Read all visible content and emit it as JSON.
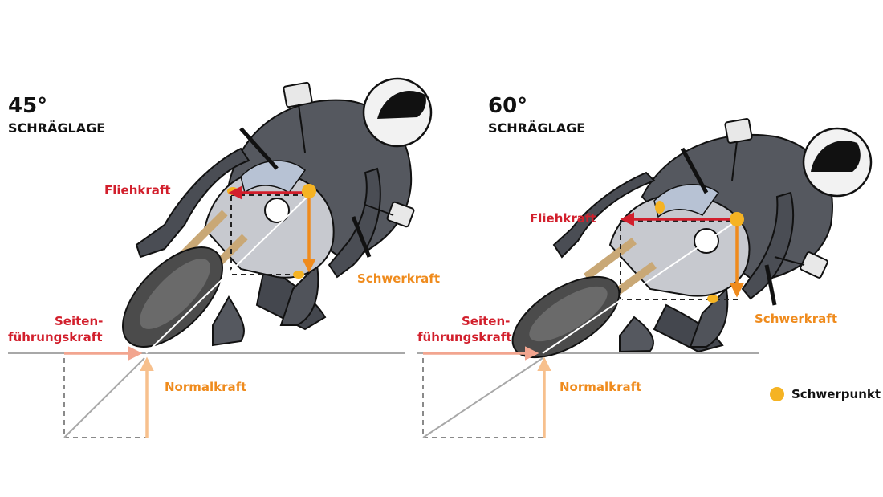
{
  "colors": {
    "centrifugal": "#d21f2c",
    "gravity": "#ef8b1d",
    "lateral": "#f2a58f",
    "normal": "#f7c08d",
    "center_of_gravity": "#f5b323",
    "ground": "#a8a8a8",
    "helper_lines": "#a8a8a8"
  },
  "panels": [
    {
      "angle_label": "45°",
      "subtitle": "SCHRÄGLAGE",
      "lean_angle_deg": 45,
      "labels": {
        "centrifugal": "Fliehkraft",
        "gravity": "Schwerkraft",
        "lateral_line1": "Seiten-",
        "lateral_line2": "führungskraft",
        "normal": "Normalkraft"
      }
    },
    {
      "angle_label": "60°",
      "subtitle": "SCHRÄGLAGE",
      "lean_angle_deg": 60,
      "labels": {
        "centrifugal": "Fliehkraft",
        "gravity": "Schwerkraft",
        "lateral_line1": "Seiten-",
        "lateral_line2": "führungskraft",
        "normal": "Normalkraft"
      }
    }
  ],
  "legend": {
    "label": "Schwerpunkt",
    "icon": "center-of-gravity-dot"
  }
}
